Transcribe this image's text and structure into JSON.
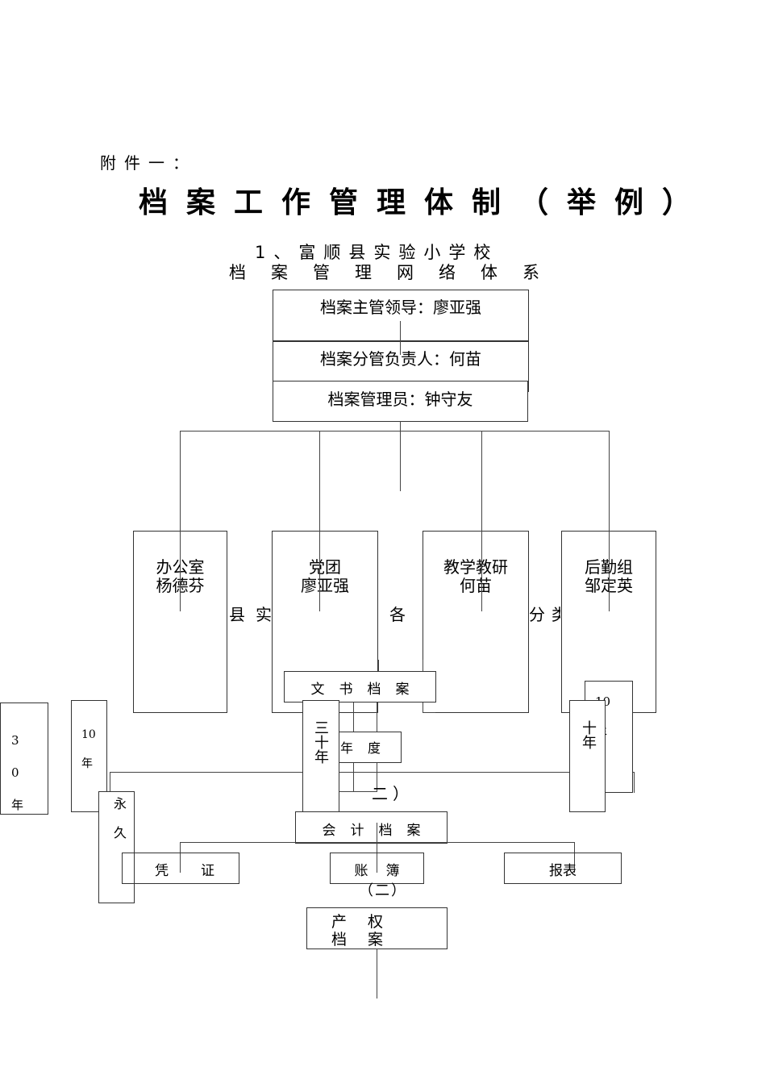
{
  "document": {
    "attachment_label": "附件一：",
    "title": "档案工作管理体制（举例）",
    "subtitle_line1": "1、富顺县实验小学校",
    "subtitle_line2": "档案管理网络体系"
  },
  "leadership": {
    "chief_leader": "档案主管领导：廖亚强",
    "responsible_person": "档案分管负责人：何苗",
    "archivist": "档案管理员：钟守友"
  },
  "departments": [
    {
      "name": "办公室",
      "person": "杨德芬"
    },
    {
      "name": "党团",
      "person": "廖亚强"
    },
    {
      "name": "教学教研",
      "person": "何苗"
    },
    {
      "name": "后勤组",
      "person": "邹定英"
    }
  ],
  "hidden_heading_fragments": [
    "县",
    "实",
    "各",
    "分",
    "类"
  ],
  "archive_sections": {
    "documents": {
      "title": "文书档案",
      "retention": [
        "30年",
        "10年",
        "永久"
      ],
      "retention_overlay": [
        "三十年",
        "年度",
        "十年",
        "10年"
      ],
      "section_mark": "二）"
    },
    "accounting": {
      "title": "会计档案",
      "children": [
        "凭证",
        "账簿",
        "报表"
      ],
      "section_mark": "（二）"
    },
    "property": {
      "title": "产权档案"
    }
  }
}
